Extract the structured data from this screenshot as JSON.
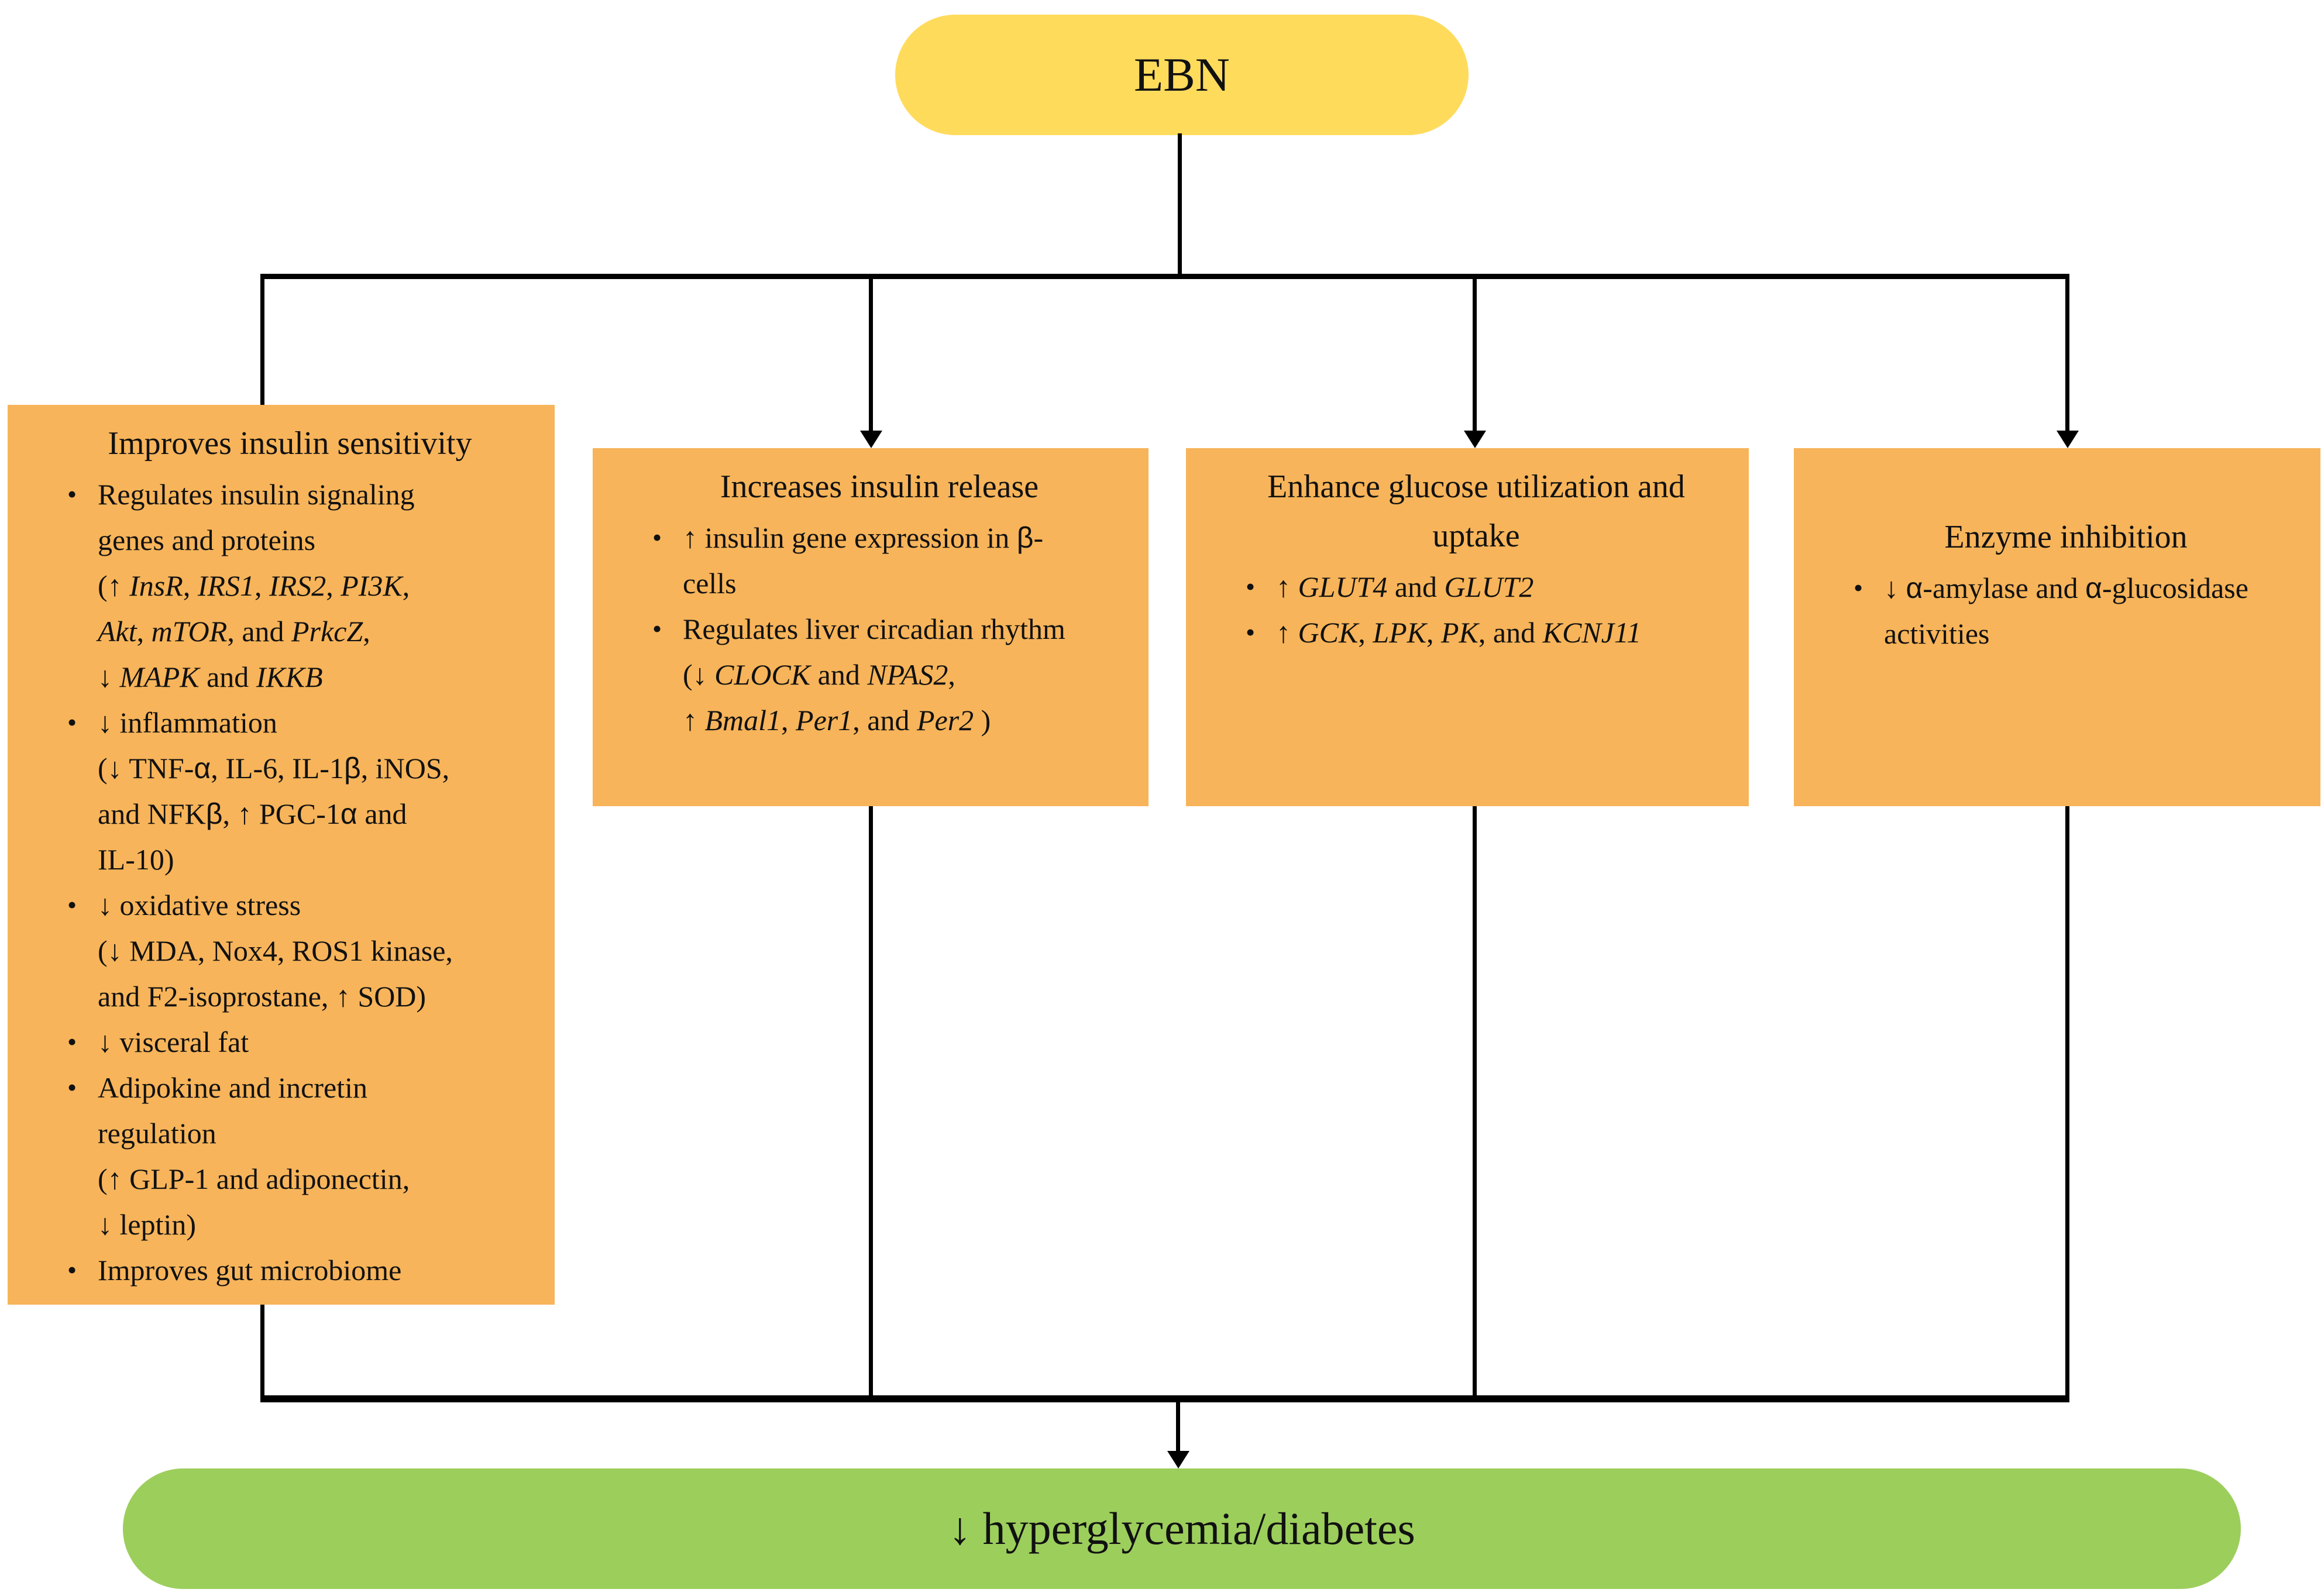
{
  "colors": {
    "root_fill": "#FFDB5C",
    "branch_fill": "#F7B45A",
    "outcome_fill": "#9CCE5C",
    "line": "#000000",
    "text": "#111111"
  },
  "root": {
    "label": "EBN"
  },
  "outcome": {
    "label": "↓ hyperglycemia/diabetes"
  },
  "boxes": [
    {
      "title": "Improves insulin sensitivity",
      "bullets": [
        [
          {
            "t": "Regulates insulin signaling"
          },
          {
            "br": true
          },
          {
            "t": "genes and proteins"
          },
          {
            "br": true
          },
          {
            "t": "(↑ "
          },
          {
            "t": "InsR",
            "s": "i"
          },
          {
            "t": ", "
          },
          {
            "t": "IRS1",
            "s": "i"
          },
          {
            "t": ", "
          },
          {
            "t": "IRS2",
            "s": "i"
          },
          {
            "t": ", "
          },
          {
            "t": "PI3K",
            "s": "i"
          },
          {
            "t": ","
          },
          {
            "br": true
          },
          {
            "t": "Akt",
            "s": "i"
          },
          {
            "t": ", "
          },
          {
            "t": "mTOR",
            "s": "i"
          },
          {
            "t": ", and "
          },
          {
            "t": "PrkcZ",
            "s": "i"
          },
          {
            "t": ","
          },
          {
            "br": true
          },
          {
            "t": "↓ "
          },
          {
            "t": "MAPK",
            "s": "i"
          },
          {
            "t": " and "
          },
          {
            "t": "IKKB",
            "s": "i"
          }
        ],
        [
          {
            "t": "↓ inflammation"
          },
          {
            "br": true
          },
          {
            "t": "(↓ TNF-"
          },
          {
            "t": "α",
            "s": "g"
          },
          {
            "t": ", IL-6, IL-1"
          },
          {
            "t": "β",
            "s": "g"
          },
          {
            "t": ", iNOS,"
          },
          {
            "br": true
          },
          {
            "t": "and NFK"
          },
          {
            "t": "β",
            "s": "g"
          },
          {
            "t": ", ↑ PGC-1"
          },
          {
            "t": "α",
            "s": "g"
          },
          {
            "t": " and"
          },
          {
            "br": true
          },
          {
            "t": "IL-10)"
          }
        ],
        [
          {
            "t": "↓ oxidative stress"
          },
          {
            "br": true
          },
          {
            "t": "(↓ MDA, Nox4, ROS1 kinase,"
          },
          {
            "br": true
          },
          {
            "t": "and F2-isoprostane, ↑ SOD)"
          }
        ],
        [
          {
            "t": "↓ visceral fat"
          }
        ],
        [
          {
            "t": "Adipokine and incretin"
          },
          {
            "br": true
          },
          {
            "t": "regulation"
          },
          {
            "br": true
          },
          {
            "t": "(↑ GLP-1 and adiponectin,"
          },
          {
            "br": true
          },
          {
            "t": "↓ leptin)"
          }
        ],
        [
          {
            "t": "Improves gut microbiome"
          }
        ]
      ]
    },
    {
      "title": "Increases insulin release",
      "bullets": [
        [
          {
            "t": "↑ insulin gene expression in "
          },
          {
            "t": "β",
            "s": "g"
          },
          {
            "t": "-"
          },
          {
            "br": true
          },
          {
            "t": "cells"
          }
        ],
        [
          {
            "t": "Regulates liver circadian rhythm"
          },
          {
            "br": true
          },
          {
            "t": "(↓ "
          },
          {
            "t": "CLOCK",
            "s": "i"
          },
          {
            "t": " and "
          },
          {
            "t": "NPAS2",
            "s": "i"
          },
          {
            "t": ","
          },
          {
            "br": true
          },
          {
            "t": "↑ "
          },
          {
            "t": "Bmal1",
            "s": "i"
          },
          {
            "t": ", "
          },
          {
            "t": "Per1",
            "s": "i"
          },
          {
            "t": ", and "
          },
          {
            "t": "Per2",
            "s": "i"
          },
          {
            "t": " )"
          }
        ]
      ]
    },
    {
      "title": "Enhance glucose utilization and uptake",
      "bullets": [
        [
          {
            "t": "↑ "
          },
          {
            "t": "GLUT4",
            "s": "i"
          },
          {
            "t": " and "
          },
          {
            "t": "GLUT2",
            "s": "i"
          }
        ],
        [
          {
            "t": "↑ "
          },
          {
            "t": "GCK",
            "s": "i"
          },
          {
            "t": ", "
          },
          {
            "t": "LPK",
            "s": "i"
          },
          {
            "t": ", "
          },
          {
            "t": "PK",
            "s": "i"
          },
          {
            "t": ", and "
          },
          {
            "t": "KCNJ11",
            "s": "i"
          }
        ]
      ]
    },
    {
      "title": "Enzyme inhibition",
      "bullets": [
        [
          {
            "t": "↓ "
          },
          {
            "t": "α",
            "s": "g"
          },
          {
            "t": "-amylase and "
          },
          {
            "t": "α",
            "s": "g"
          },
          {
            "t": "-glucosidase"
          },
          {
            "br": true
          },
          {
            "t": "activities"
          }
        ]
      ]
    }
  ]
}
